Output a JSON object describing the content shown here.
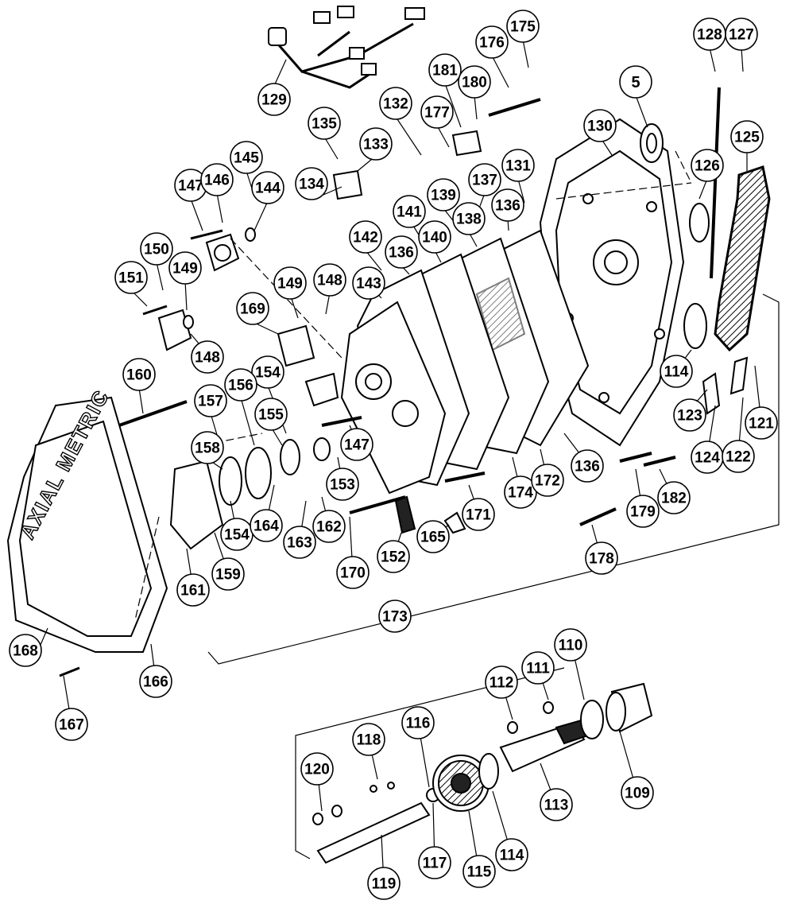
{
  "diagram": {
    "pan_logo": "AXIAL METRIC",
    "callouts": [
      {
        "id": "p129",
        "label": "129"
      },
      {
        "id": "p175",
        "label": "175"
      },
      {
        "id": "p176",
        "label": "176"
      },
      {
        "id": "p127",
        "label": "127"
      },
      {
        "id": "p128",
        "label": "128"
      },
      {
        "id": "p181",
        "label": "181"
      },
      {
        "id": "p180",
        "label": "180"
      },
      {
        "id": "p5",
        "label": "5"
      },
      {
        "id": "p132",
        "label": "132"
      },
      {
        "id": "p177",
        "label": "177"
      },
      {
        "id": "p130",
        "label": "130"
      },
      {
        "id": "p125",
        "label": "125"
      },
      {
        "id": "p135",
        "label": "135"
      },
      {
        "id": "p133",
        "label": "133"
      },
      {
        "id": "p145",
        "label": "145"
      },
      {
        "id": "p147a",
        "label": "147"
      },
      {
        "id": "p146",
        "label": "146"
      },
      {
        "id": "p144",
        "label": "144"
      },
      {
        "id": "p134",
        "label": "134"
      },
      {
        "id": "p131",
        "label": "131"
      },
      {
        "id": "p126",
        "label": "126"
      },
      {
        "id": "p137",
        "label": "137"
      },
      {
        "id": "p139",
        "label": "139"
      },
      {
        "id": "p141",
        "label": "141"
      },
      {
        "id": "p136a",
        "label": "136"
      },
      {
        "id": "p138",
        "label": "138"
      },
      {
        "id": "p142",
        "label": "142"
      },
      {
        "id": "p140",
        "label": "140"
      },
      {
        "id": "p150",
        "label": "150"
      },
      {
        "id": "p136b",
        "label": "136"
      },
      {
        "id": "p151",
        "label": "151"
      },
      {
        "id": "p149a",
        "label": "149"
      },
      {
        "id": "p143",
        "label": "143"
      },
      {
        "id": "p149b",
        "label": "149"
      },
      {
        "id": "p148a",
        "label": "148"
      },
      {
        "id": "p169",
        "label": "169"
      },
      {
        "id": "p148b",
        "label": "148"
      },
      {
        "id": "p160",
        "label": "160"
      },
      {
        "id": "p114a",
        "label": "114"
      },
      {
        "id": "p154a",
        "label": "154"
      },
      {
        "id": "p157",
        "label": "157"
      },
      {
        "id": "p156",
        "label": "156"
      },
      {
        "id": "p155",
        "label": "155"
      },
      {
        "id": "p123",
        "label": "123"
      },
      {
        "id": "p121",
        "label": "121"
      },
      {
        "id": "p147b",
        "label": "147"
      },
      {
        "id": "p158",
        "label": "158"
      },
      {
        "id": "p153",
        "label": "153"
      },
      {
        "id": "p124",
        "label": "124"
      },
      {
        "id": "p122",
        "label": "122"
      },
      {
        "id": "p136c",
        "label": "136"
      },
      {
        "id": "p174",
        "label": "174"
      },
      {
        "id": "p172",
        "label": "172"
      },
      {
        "id": "p171",
        "label": "171"
      },
      {
        "id": "p179",
        "label": "179"
      },
      {
        "id": "p182",
        "label": "182"
      },
      {
        "id": "p154b",
        "label": "154"
      },
      {
        "id": "p164",
        "label": "164"
      },
      {
        "id": "p162",
        "label": "162"
      },
      {
        "id": "p163",
        "label": "163"
      },
      {
        "id": "p165",
        "label": "165"
      },
      {
        "id": "p159",
        "label": "159"
      },
      {
        "id": "p152",
        "label": "152"
      },
      {
        "id": "p178",
        "label": "178"
      },
      {
        "id": "p161",
        "label": "161"
      },
      {
        "id": "p170",
        "label": "170"
      },
      {
        "id": "p173",
        "label": "173"
      },
      {
        "id": "p168",
        "label": "168"
      },
      {
        "id": "p166",
        "label": "166"
      },
      {
        "id": "p110",
        "label": "110"
      },
      {
        "id": "p111",
        "label": "111"
      },
      {
        "id": "p112",
        "label": "112"
      },
      {
        "id": "p167",
        "label": "167"
      },
      {
        "id": "p116",
        "label": "116"
      },
      {
        "id": "p118",
        "label": "118"
      },
      {
        "id": "p120",
        "label": "120"
      },
      {
        "id": "p109",
        "label": "109"
      },
      {
        "id": "p113",
        "label": "113"
      },
      {
        "id": "p117",
        "label": "117"
      },
      {
        "id": "p115",
        "label": "115"
      },
      {
        "id": "p114b",
        "label": "114"
      },
      {
        "id": "p119",
        "label": "119"
      }
    ]
  }
}
